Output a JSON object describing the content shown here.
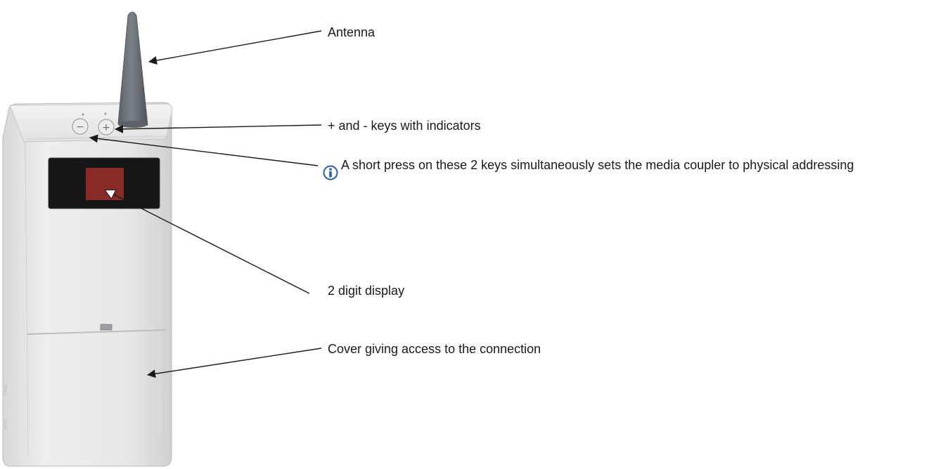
{
  "colors": {
    "device_body": "#e8e9ea",
    "device_shade": "#c9cacc",
    "antenna": "#6c7278",
    "window": "#151617",
    "display": "#8a2a26",
    "info_icon": "#2a5db0",
    "leader_line": "#1a1a1a"
  },
  "callouts": {
    "antenna": "Antenna",
    "keys": "+ and - keys with indicators",
    "note": "A short press on these 2 keys simultaneously sets the media coupler to physical addressing",
    "display": "2 digit display",
    "cover": "Cover giving access to the connection"
  },
  "device": {
    "minus_key_symbol": "−",
    "plus_key_symbol": "+"
  },
  "icons": {
    "note_icon": "info-icon"
  }
}
